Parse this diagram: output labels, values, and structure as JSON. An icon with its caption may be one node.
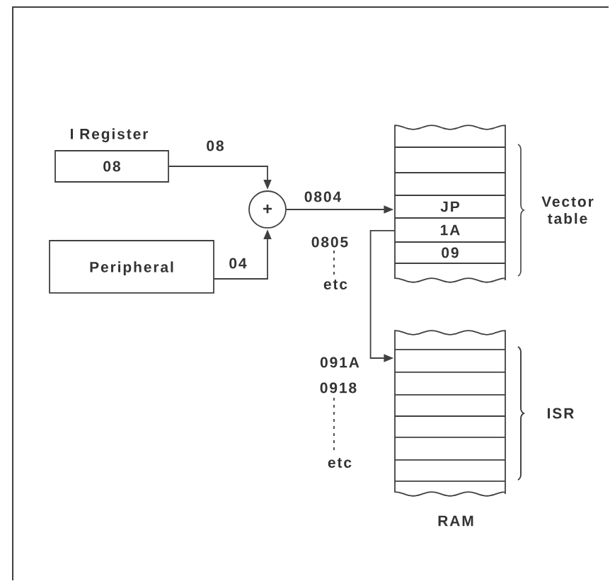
{
  "diagram": {
    "nodes": [
      {
        "text": [
          "I Register",
          "08"
        ]
      },
      {
        "text": [
          "+"
        ]
      },
      {
        "text": [
          "Peripheral"
        ]
      },
      {
        "text": [
          "JP",
          "1A",
          "09"
        ],
        "beside": [
          "Vector table"
        ]
      },
      {
        "text": [],
        "shape": "box",
        "beside": [
          "RAM"
        ]
      }
    ],
    "edges": [
      {
        "from": 0,
        "to": 1,
        "arrow": "to",
        "label": "08"
      },
      {
        "from": 2,
        "to": 1,
        "arrow": "to",
        "label": "04"
      },
      {
        "from": 1,
        "to": 3,
        "arrow": "to",
        "label": "0804"
      },
      {
        "from": 3,
        "to": 4,
        "arrow": "to"
      }
    ],
    "labels": [
      "0805",
      "etc",
      "091A",
      "0918",
      "etc",
      "ISR"
    ]
  }
}
